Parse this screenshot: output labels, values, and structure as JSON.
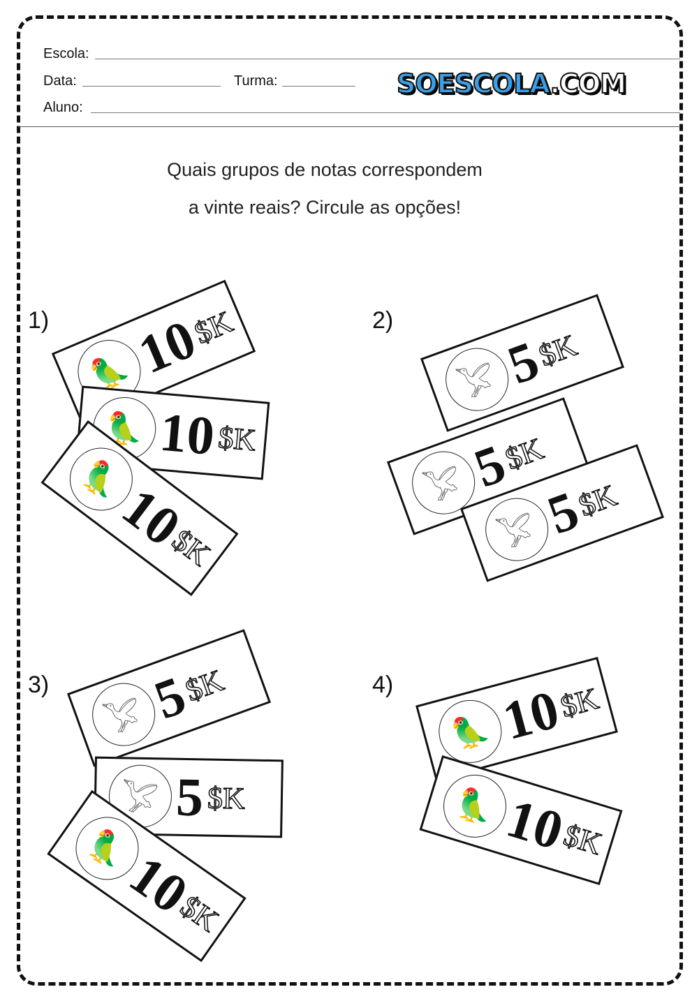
{
  "header": {
    "school_label": "Escola:",
    "date_label": "Data:",
    "class_label": "Turma:",
    "student_label": "Aluno:",
    "logo_main": "SOESCOLA",
    "logo_suffix": ".COM"
  },
  "question": {
    "line1": "Quais grupos de notas correspondem",
    "line2": "a vinte reais? Circule as opções!"
  },
  "groups": [
    {
      "label": "1)",
      "notes": [
        {
          "value": "10",
          "currency": "$K",
          "bird": "parrot-icon"
        },
        {
          "value": "10",
          "currency": "$K",
          "bird": "parrot-icon"
        },
        {
          "value": "10",
          "currency": "$K",
          "bird": "parrot-icon"
        }
      ]
    },
    {
      "label": "2)",
      "notes": [
        {
          "value": "5",
          "currency": "$K",
          "bird": "heron-icon"
        },
        {
          "value": "5",
          "currency": "$K",
          "bird": "heron-icon"
        },
        {
          "value": "5",
          "currency": "$K",
          "bird": "heron-icon"
        }
      ]
    },
    {
      "label": "3)",
      "notes": [
        {
          "value": "5",
          "currency": "$K",
          "bird": "heron-icon"
        },
        {
          "value": "5",
          "currency": "$K",
          "bird": "heron-icon"
        },
        {
          "value": "10",
          "currency": "$K",
          "bird": "parrot-icon"
        }
      ]
    },
    {
      "label": "4)",
      "notes": [
        {
          "value": "10",
          "currency": "$K",
          "bird": "parrot-icon"
        },
        {
          "value": "10",
          "currency": "$K",
          "bird": "parrot-icon"
        }
      ]
    }
  ]
}
